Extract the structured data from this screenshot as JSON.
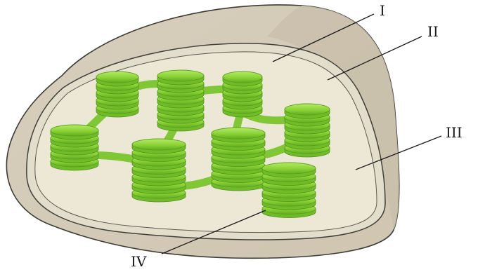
{
  "diagram": {
    "labels": {
      "I": "I",
      "II": "II",
      "III": "III",
      "IV": "IV"
    },
    "colors": {
      "outer_membrane": "#d8d0c0",
      "outer_membrane_shadow": "#c9bfae",
      "intermembrane": "#e2dccb",
      "stroma": "#ece8d6",
      "membrane_line": "#4a4a44",
      "granum_fill": "#8fd43a",
      "granum_top": "#b5e86a",
      "granum_edge": "#5fa61e",
      "lamella": "#86c93a"
    }
  }
}
